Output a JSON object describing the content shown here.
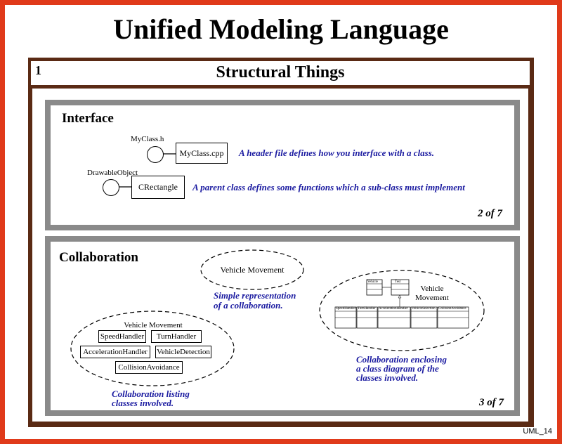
{
  "title": "Unified Modeling Language",
  "slide_number": "1",
  "section_title": "Structural Things",
  "footer_code": "UML_14",
  "colors": {
    "frame": "#e03a1a",
    "board": "#5a2a14",
    "note_text": "#1a1aa0"
  },
  "interface_panel": {
    "title": "Interface",
    "page": "2 of 7",
    "example1": {
      "interface_name": "MyClass.h",
      "class_name": "MyClass.cpp",
      "note": "A header file defines how you interface with a class."
    },
    "example2": {
      "interface_name": "DrawableObject",
      "class_name": "CRectangle",
      "note": "A parent class defines some functions which a sub-class must implement"
    }
  },
  "collaboration_panel": {
    "title": "Collaboration",
    "page": "3 of 7",
    "simple": {
      "name": "Vehicle Movement",
      "note_lines": [
        "Simple representation",
        "of a collaboration."
      ]
    },
    "listing": {
      "name": "Vehicle Movement",
      "classes": [
        "SpeedHandler",
        "TurnHandler",
        "AccelerationHandler",
        "VehicleDetection",
        "CollisionAvoidance"
      ],
      "note_lines": [
        "Collaboration listing",
        "classes involved."
      ]
    },
    "enclosing": {
      "name_lines": [
        "Vehicle",
        "Movement"
      ],
      "top_classes": [
        "Vehicle",
        "Test"
      ],
      "bottom_classes": [
        "SpeedHandler",
        "TurnHandler",
        "AccelerationHandler",
        "VehicleSelection",
        "CollisionAvoidance"
      ],
      "note_lines": [
        "Collaboration enclosing",
        "a class diagram of the",
        "classes involved."
      ]
    }
  }
}
